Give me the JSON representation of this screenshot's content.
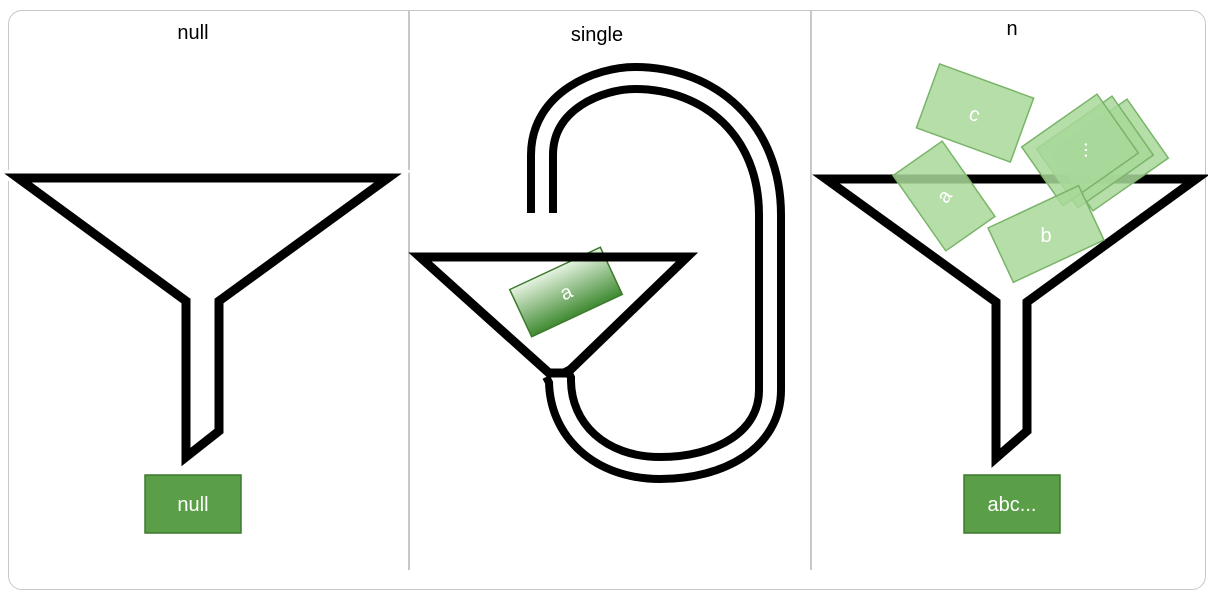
{
  "panels": [
    {
      "title": "null",
      "output": "null"
    },
    {
      "title": "single",
      "item": "a"
    },
    {
      "title": "n",
      "items": [
        "c",
        "...",
        "a",
        "b"
      ],
      "output": "abc..."
    }
  ],
  "colors": {
    "box_dark": "#5a9e47",
    "box_light": "#a8d89a",
    "box_border": "#3d7a2e",
    "stroke": "#000000"
  }
}
